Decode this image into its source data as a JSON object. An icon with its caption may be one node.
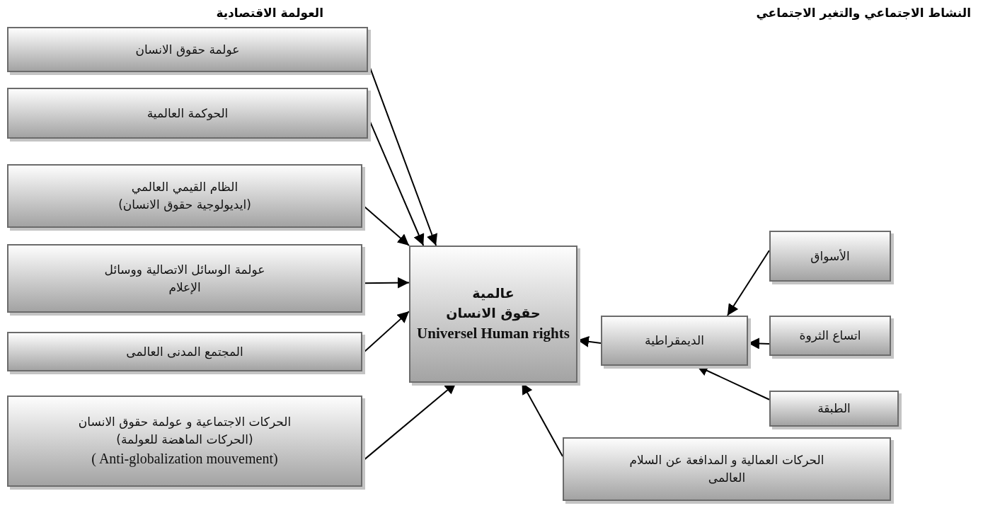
{
  "diagram": {
    "nodes": [
      {
        "text": [
          "عولمة حقوق الانسان"
        ]
      },
      {
        "text": [
          "الحوكمة العالمية"
        ]
      },
      {
        "text": [
          "الظام القيمي العالمي",
          "(ايديولوجية حقوق الانسان)"
        ]
      },
      {
        "text": [
          "عولمة الوسائل الاتصالية ووسائل الإعلام"
        ]
      },
      {
        "text": [
          "المجتمع المدنى العالمى"
        ]
      },
      {
        "text": [
          "الحركات الاجتماعية و عولمة حقوق الانسان",
          "(الحركات الماهضة للعولمة)",
          "( Anti-globalization mouvement)"
        ]
      },
      {
        "text": [
          "عالمية",
          "حقوق الانسان",
          "Universel Human rights"
        ]
      },
      {
        "text": [
          "الأسواق"
        ]
      },
      {
        "text": [
          "الديمقراطية"
        ]
      },
      {
        "text": [
          "اتساع الثروة"
        ]
      },
      {
        "text": [
          "الطبقة"
        ]
      },
      {
        "text": [
          "الحركات العمالية و المدافعة عن السلام العالمى"
        ]
      }
    ],
    "edges": [
      {
        "from": 0,
        "to": 6,
        "arrow": "to"
      },
      {
        "from": 1,
        "to": 6,
        "arrow": "to"
      },
      {
        "from": 2,
        "to": 6,
        "arrow": "to"
      },
      {
        "from": 3,
        "to": 6,
        "arrow": "to"
      },
      {
        "from": 4,
        "to": 6,
        "arrow": "to"
      },
      {
        "from": 5,
        "to": 6,
        "arrow": "to"
      },
      {
        "from": 7,
        "to": 8,
        "arrow": "to"
      },
      {
        "from": 9,
        "to": 8,
        "arrow": "to"
      },
      {
        "from": 10,
        "to": 8,
        "arrow": "to"
      },
      {
        "from": 8,
        "to": 6,
        "arrow": "to"
      },
      {
        "from": 11,
        "to": 6,
        "arrow": "to"
      }
    ],
    "labels": [
      "النشاط الاجتماعي والتغير الاجتماعي",
      "العولمة الاقتصادية"
    ]
  }
}
